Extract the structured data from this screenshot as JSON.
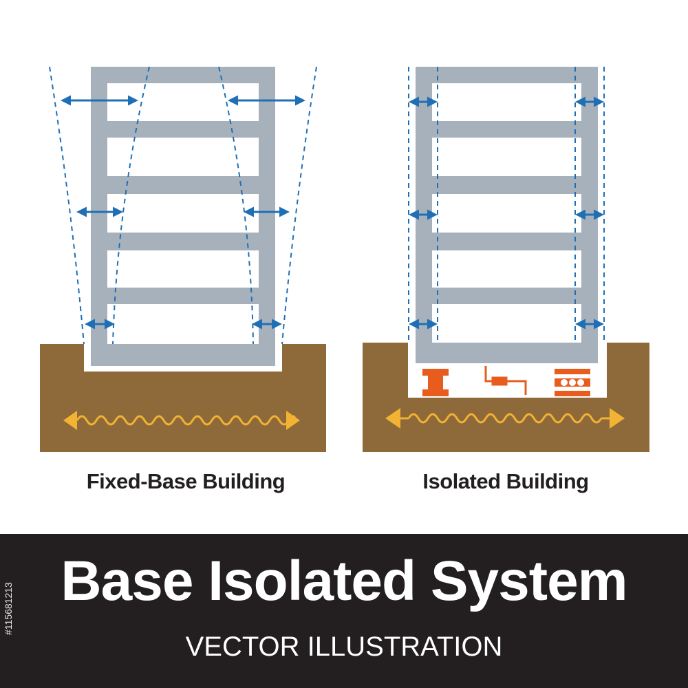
{
  "captions": {
    "left": "Fixed-Base Building",
    "right": "Isolated Building"
  },
  "banner": {
    "title": "Base Isolated System",
    "subtitle": "VECTOR ILLUSTRATION",
    "side_id": "#115681213"
  },
  "colors": {
    "frame": "#a7b1bb",
    "ground": "#8e6a3a",
    "wave": "#f2b233",
    "arrow": "#1f6fb6",
    "isolator": "#e85c1e",
    "banner_bg": "#231f20",
    "text": "#231f20"
  },
  "icons": {
    "sway_arrow": "double-arrow-icon",
    "ground_wave": "wave-arrow-icon",
    "isolator": "bearing-isolator-icon"
  }
}
